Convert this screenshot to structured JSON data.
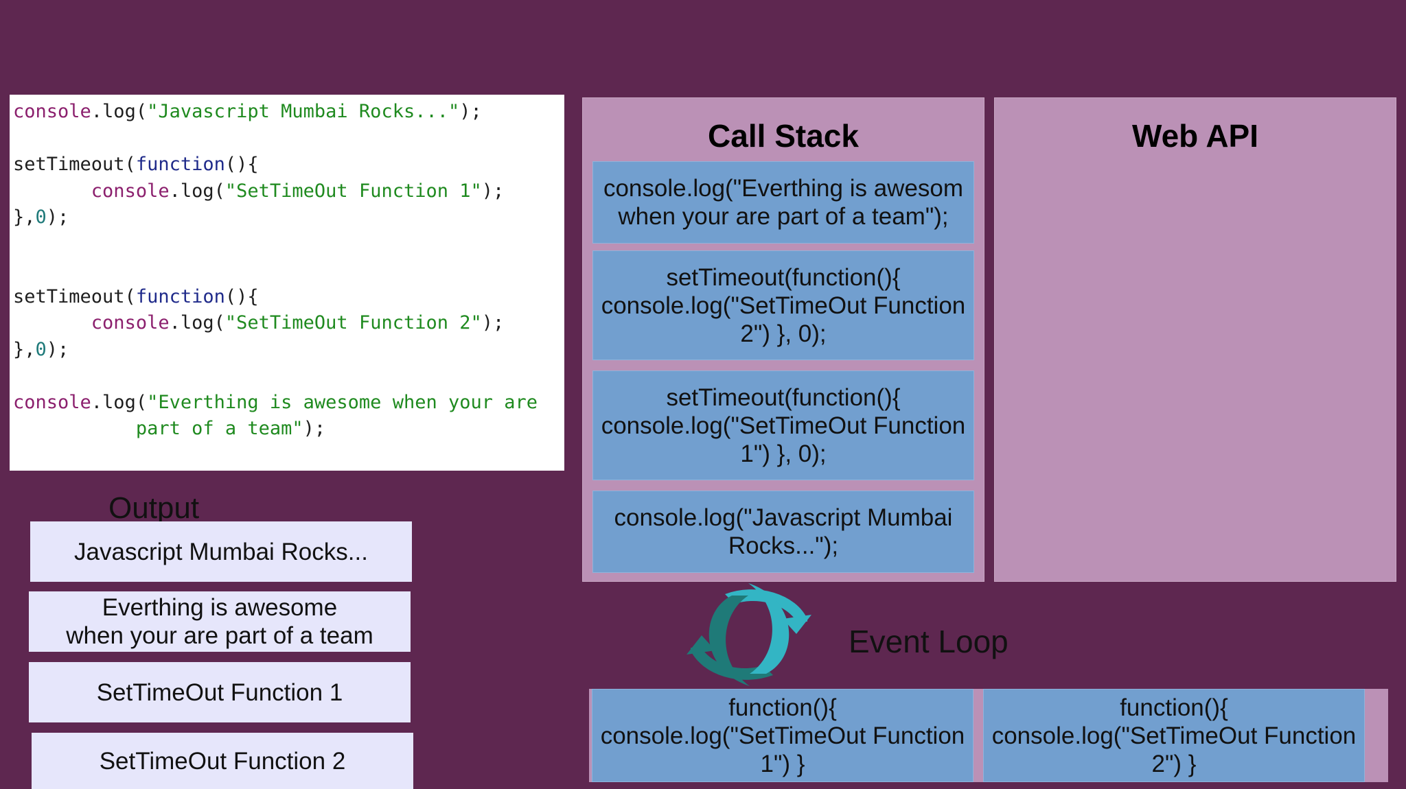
{
  "code": {
    "lines": [
      [
        {
          "t": "console",
          "c": "obj"
        },
        {
          "t": ".log(",
          "c": "plain"
        },
        {
          "t": "\"Javascript Mumbai Rocks...\"",
          "c": "str"
        },
        {
          "t": ");",
          "c": "plain"
        }
      ],
      [],
      [
        {
          "t": "setTimeout(",
          "c": "plain"
        },
        {
          "t": "function",
          "c": "kw"
        },
        {
          "t": "(){",
          "c": "plain"
        }
      ],
      [
        {
          "t": "       ",
          "c": "plain"
        },
        {
          "t": "console",
          "c": "obj"
        },
        {
          "t": ".log(",
          "c": "plain"
        },
        {
          "t": "\"SetTimeOut Function 1\"",
          "c": "str"
        },
        {
          "t": ");",
          "c": "plain"
        }
      ],
      [
        {
          "t": "},",
          "c": "plain"
        },
        {
          "t": "0",
          "c": "num"
        },
        {
          "t": ");",
          "c": "plain"
        }
      ],
      [],
      [],
      [
        {
          "t": "setTimeout(",
          "c": "plain"
        },
        {
          "t": "function",
          "c": "kw"
        },
        {
          "t": "(){",
          "c": "plain"
        }
      ],
      [
        {
          "t": "       ",
          "c": "plain"
        },
        {
          "t": "console",
          "c": "obj"
        },
        {
          "t": ".log(",
          "c": "plain"
        },
        {
          "t": "\"SetTimeOut Function 2\"",
          "c": "str"
        },
        {
          "t": ");",
          "c": "plain"
        }
      ],
      [
        {
          "t": "},",
          "c": "plain"
        },
        {
          "t": "0",
          "c": "num"
        },
        {
          "t": ");",
          "c": "plain"
        }
      ],
      [],
      [
        {
          "t": "console",
          "c": "obj"
        },
        {
          "t": ".log(",
          "c": "plain"
        },
        {
          "t": "\"Everthing is awesome when your are",
          "c": "str"
        }
      ],
      [
        {
          "t": "           ",
          "c": "plain"
        },
        {
          "t": "part of a team\"",
          "c": "str"
        },
        {
          "t": ");",
          "c": "plain"
        }
      ]
    ]
  },
  "output": {
    "title": "Output",
    "items": [
      "Javascript Mumbai Rocks...",
      "Everthing is awesome\nwhen your are part of a team",
      "SetTimeOut Function 1",
      "SetTimeOut Function 2"
    ]
  },
  "call_stack": {
    "title": "Call Stack",
    "items": [
      "console.log(\"Everthing is awesom\nwhen your are part of a team\");",
      "setTimeout(function(){\nconsole.log(\"SetTimeOut Function\n2\") }, 0);",
      "setTimeout(function(){\nconsole.log(\"SetTimeOut Function\n1\") }, 0);",
      "console.log(\"Javascript Mumbai\nRocks...\");"
    ]
  },
  "web_api": {
    "title": "Web API"
  },
  "event_loop": {
    "label": "Event Loop",
    "icon": "cycle-arrows-icon"
  },
  "callback_queue": {
    "items": [
      "function(){\nconsole.log(\"SetTimeOut Function\n1\") }",
      "function(){\nconsole.log(\"SetTimeOut Function\n2\") }"
    ]
  },
  "colors": {
    "background": "#5e2750",
    "panel": "#bb91b6",
    "stack_item": "#729fcf",
    "output_item": "#e6e6fb",
    "loop_arrow_dark": "#1f7a78",
    "loop_arrow_light": "#33b5c4"
  }
}
